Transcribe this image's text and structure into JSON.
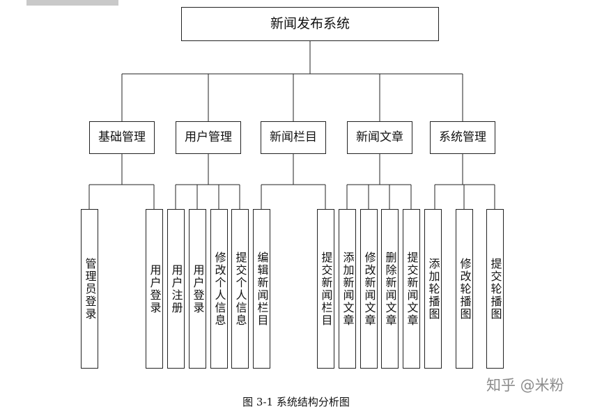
{
  "root": {
    "label": "新闻发布系统"
  },
  "groups": [
    {
      "label": "基础管理",
      "items": [
        "管理员登录",
        "用户登录"
      ]
    },
    {
      "label": "用户管理",
      "items": [
        "用户注册",
        "用户登录",
        "修改个人信息",
        "提交个人信息"
      ]
    },
    {
      "label": "新闻栏目",
      "items": [
        "编辑新闻栏目",
        "提交新闻栏目"
      ]
    },
    {
      "label": "新闻文章",
      "items": [
        "添加新闻文章",
        "修改新闻文章",
        "删除新闻文章",
        "提交新闻文章"
      ]
    },
    {
      "label": "系统管理",
      "items": [
        "添加轮播图",
        "修改轮播图",
        "提交轮播图"
      ]
    }
  ],
  "caption": "图 3-1  系统结构分析图",
  "watermark": "知乎 @米粉"
}
